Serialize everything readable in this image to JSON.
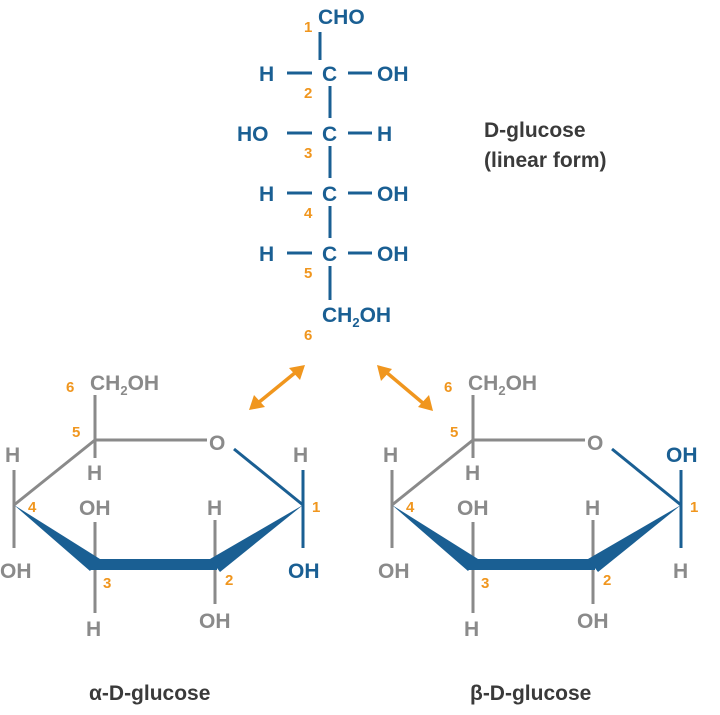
{
  "linear": {
    "aldehyde": "CHO",
    "carbon": "C",
    "h": "H",
    "oh_right": "OH",
    "ho_left": "HO",
    "ch2oh_main": "CH",
    "ch2oh_sub": "2",
    "ch2oh_end": "OH",
    "numbers": [
      "1",
      "2",
      "3",
      "4",
      "5",
      "6"
    ],
    "name_line1": "D-glucose",
    "name_line2": "(linear form)"
  },
  "alpha": {
    "ch2oh_main": "CH",
    "ch2oh_sub": "2",
    "ch2oh_end": "OH",
    "ring_o": "O",
    "h": "H",
    "oh": "OH",
    "numbers": [
      "1",
      "2",
      "3",
      "4",
      "5",
      "6"
    ],
    "label": "α-D-glucose"
  },
  "beta": {
    "ch2oh_main": "CH",
    "ch2oh_sub": "2",
    "ch2oh_end": "OH",
    "ring_o": "O",
    "h": "H",
    "oh": "OH",
    "numbers": [
      "1",
      "2",
      "3",
      "4",
      "5",
      "6"
    ],
    "label": "β-D-glucose"
  },
  "colors": {
    "blue": "#1a5f93",
    "orange": "#f0961e",
    "gray": "#8a8a8a",
    "text": "#3a3a3a"
  }
}
